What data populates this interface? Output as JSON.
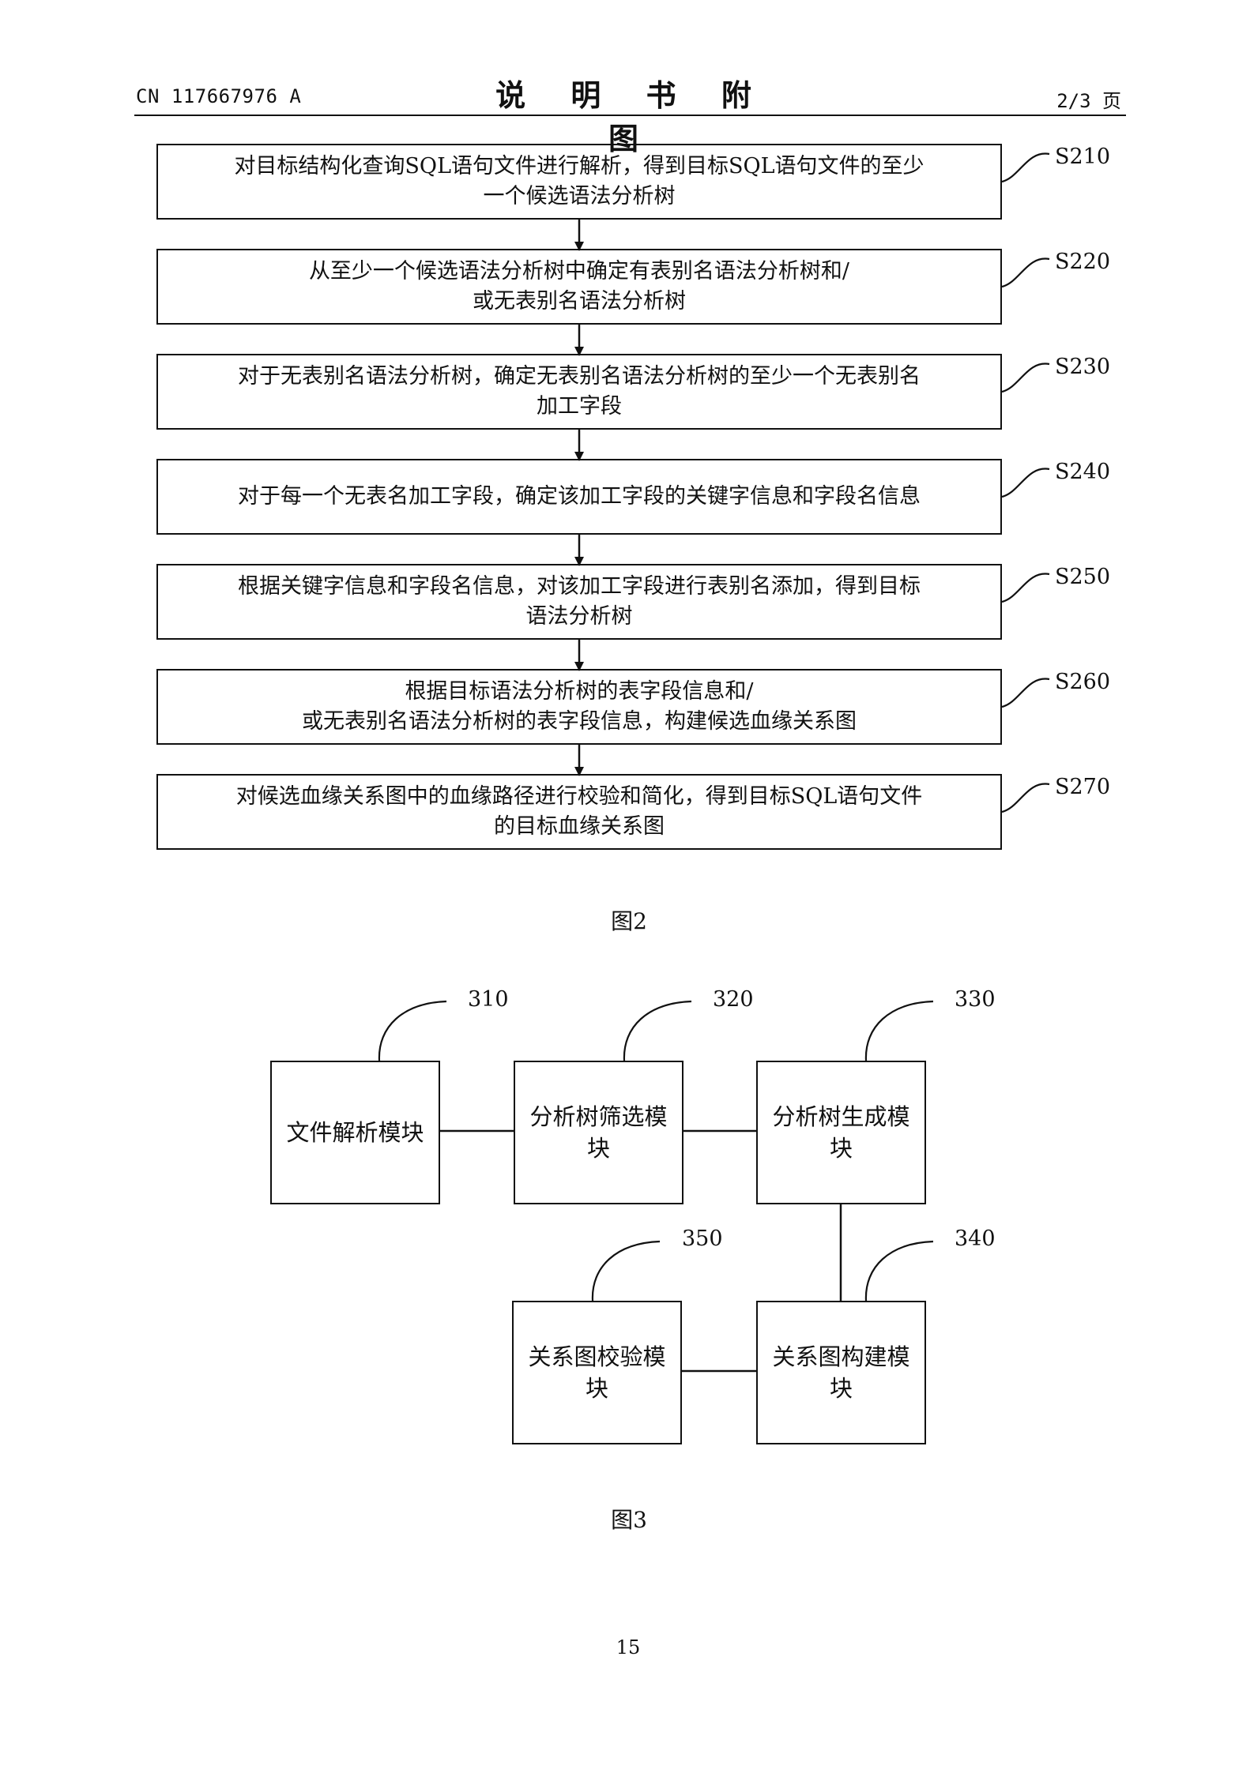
{
  "header": {
    "pub_number": "CN 117667976 A",
    "title": "说 明 书 附 图",
    "page_count": "2/3 页"
  },
  "figure2": {
    "caption": "图2",
    "steps": [
      {
        "label": "S210",
        "text": "对目标结构化查询SQL语句文件进行解析，得到目标SQL语句文件的至少\n一个候选语法分析树"
      },
      {
        "label": "S220",
        "text": "从至少一个候选语法分析树中确定有表别名语法分析树和/\n或无表别名语法分析树"
      },
      {
        "label": "S230",
        "text": "对于无表别名语法分析树，确定无表别名语法分析树的至少一个无表别名\n加工字段"
      },
      {
        "label": "S240",
        "text": "对于每一个无表名加工字段，确定该加工字段的关键字信息和字段名信息"
      },
      {
        "label": "S250",
        "text": "根据关键字信息和字段名信息，对该加工字段进行表别名添加，得到目标\n语法分析树"
      },
      {
        "label": "S260",
        "text": "根据目标语法分析树的表字段信息和/\n或无表别名语法分析树的表字段信息，构建候选血缘关系图"
      },
      {
        "label": "S270",
        "text": "对候选血缘关系图中的血缘路径进行校验和简化，得到目标SQL语句文件\n的目标血缘关系图"
      }
    ]
  },
  "figure3": {
    "caption": "图3",
    "modules": [
      {
        "label": "310",
        "text": "文件解析模块"
      },
      {
        "label": "320",
        "text": "分析树筛选模块"
      },
      {
        "label": "330",
        "text": "分析树生成模块"
      },
      {
        "label": "340",
        "text": "关系图构建模块"
      },
      {
        "label": "350",
        "text": "关系图校验模块"
      }
    ]
  },
  "footer": {
    "page_number": "15"
  }
}
